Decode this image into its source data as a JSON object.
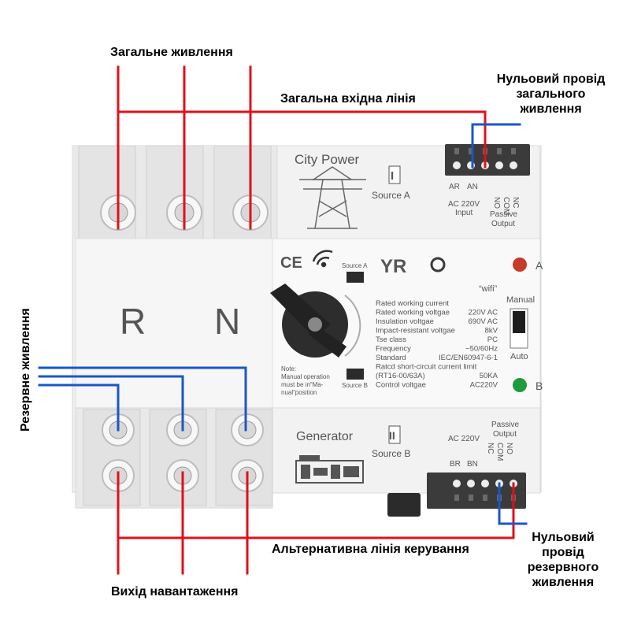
{
  "labels": {
    "main_power": "Загальне живлення",
    "main_input_line": "Загальна вхідна лінія",
    "neutral_main": [
      "Нульовий провід",
      "загального",
      "живлення"
    ],
    "backup_power": "Резервне живлення",
    "load_output": "Вихід навантаження",
    "alt_control_line": "Альтернативна лінія керування",
    "neutral_backup": [
      "Нульовий",
      "провід",
      "резервного",
      "живлення"
    ]
  },
  "device": {
    "city_power": "City Power",
    "source_a": "Source A",
    "numeral_one": "I",
    "generator": "Generator",
    "source_b": "Source B",
    "numeral_two": "II",
    "letter_r": "R",
    "letter_n": "N",
    "brand": "YR",
    "ce": "CE",
    "wifi": "“wifi”",
    "manual": "Manual",
    "auto": "Auto",
    "indicator_a": "A",
    "indicator_b": "B",
    "small_source_a": "Source A",
    "small_source_b": "Source B",
    "top_terminals": {
      "ar": "AR",
      "an": "AN",
      "no": "NO",
      "com": "COM",
      "nc": "NC",
      "ac_input": "AC 220V",
      "input": "Input",
      "passive": "Passive",
      "output": "Output"
    },
    "bottom_terminals": {
      "passive": "Passive",
      "output": "Output",
      "ac_input": "AC 220V",
      "br": "BR",
      "bn": "BN",
      "nc": "NC",
      "com": "COM",
      "no": "NO"
    },
    "note": [
      "Note:",
      "Manual operation",
      "must be in“Ma-",
      "nual”position"
    ],
    "specs": [
      {
        "name": "Rated working current",
        "value": ""
      },
      {
        "name": "Rated working voltgae",
        "value": "220V AC"
      },
      {
        "name": "Insulation voltgae",
        "value": "690V AC"
      },
      {
        "name": "Impact-resistant voltgae",
        "value": "8kV"
      },
      {
        "name": "Tse class",
        "value": "PC"
      },
      {
        "name": "Frequency",
        "value": "~50/60Hz"
      },
      {
        "name": "Standard",
        "value": "IEC/EN60947-6-1"
      },
      {
        "name": "Ratcd short-circuit current limit",
        "value": ""
      },
      {
        "name": "(RT16-00/63A)",
        "value": "50KA"
      },
      {
        "name": "Control voltgae",
        "value": "AC220V"
      }
    ]
  },
  "colors": {
    "phase_wire": "#e0101a",
    "neutral_wire": "#1a56c8",
    "device_body": "#eeeeee"
  }
}
